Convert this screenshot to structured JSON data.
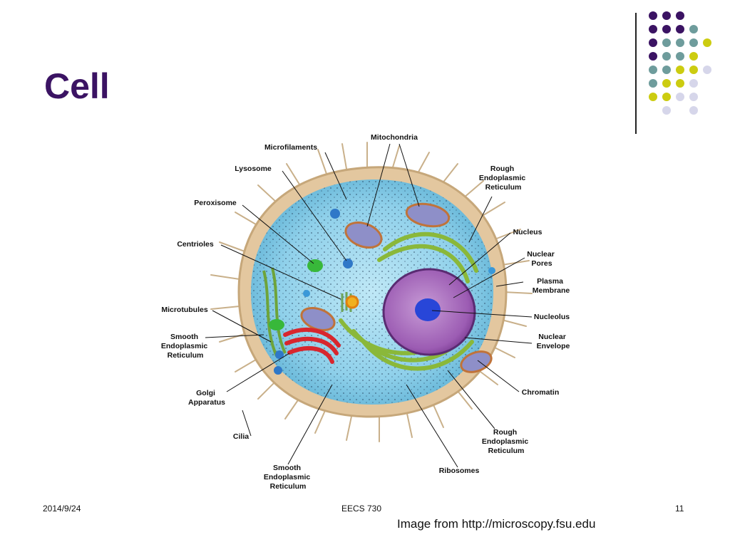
{
  "slide": {
    "title": "Cell",
    "footer_date": "2014/9/24",
    "footer_course": "EECS 730",
    "page_number": "11",
    "credit": "Image from http://microscopy.fsu.edu"
  },
  "diagram": {
    "labels": {
      "mitochondria": "Mitochondria",
      "microfilaments": "Microfilaments",
      "lysosome": "Lysosome",
      "peroxisome": "Peroxisome",
      "centrioles": "Centrioles",
      "microtubules": "Microtubules",
      "smooth_er_left": [
        "Smooth",
        "Endoplasmic",
        "Reticulum"
      ],
      "golgi": [
        "Golgi",
        "Apparatus"
      ],
      "cilia": "Cilia",
      "smooth_er_bottom": [
        "Smooth",
        "Endoplasmic",
        "Reticulum"
      ],
      "ribosomes": "Ribosomes",
      "rough_er_bottom": [
        "Rough",
        "Endoplasmic",
        "Reticulum"
      ],
      "chromatin": "Chromatin",
      "nuclear_envelope": [
        "Nuclear",
        "Envelope"
      ],
      "nucleolus": "Nucleolus",
      "plasma_membrane": [
        "Plasma",
        "Membrane"
      ],
      "nuclear_pores": [
        "Nuclear",
        "Pores"
      ],
      "nucleus": "Nucleus",
      "rough_er_top": [
        "Rough",
        "Endoplasmic",
        "Reticulum"
      ]
    }
  },
  "colors": {
    "title": "#3b1363",
    "dot_purple": "#3b1363",
    "dot_teal": "#6e9c9c",
    "dot_yellow": "#cccc10",
    "dot_lavender": "#d6d6ea"
  }
}
